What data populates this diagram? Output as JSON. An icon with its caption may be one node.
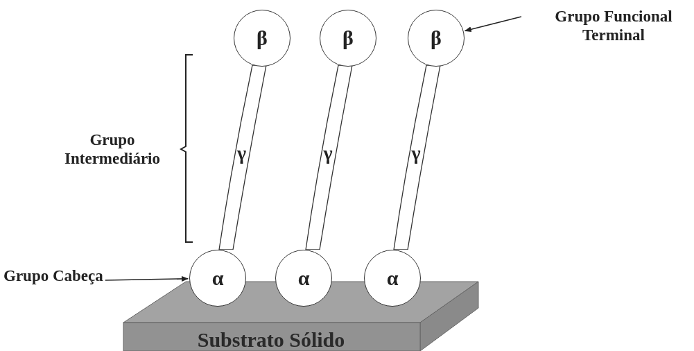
{
  "diagram": {
    "nodes": [
      {
        "text": [
          "β"
        ]
      },
      {
        "text": [
          "β"
        ]
      },
      {
        "text": [
          "β"
        ]
      },
      {
        "text": [
          "Grupo Funcional Terminal"
        ]
      },
      {
        "text": [
          "γ"
        ]
      },
      {
        "text": [
          "γ"
        ]
      },
      {
        "text": [
          "γ"
        ]
      },
      {
        "text": [
          "Grupo Cabeça"
        ]
      },
      {
        "text": [
          "α"
        ]
      },
      {
        "text": [
          "α"
        ]
      },
      {
        "text": [
          "α"
        ]
      },
      {
        "text": [
          "Substrato Sólido"
        ]
      }
    ],
    "edges": [
      {
        "from": 3,
        "to": 2,
        "arrow": "to"
      },
      {
        "from": 7,
        "to": 8,
        "arrow": "to"
      }
    ],
    "labels": [
      "Grupo Intermediário"
    ]
  }
}
